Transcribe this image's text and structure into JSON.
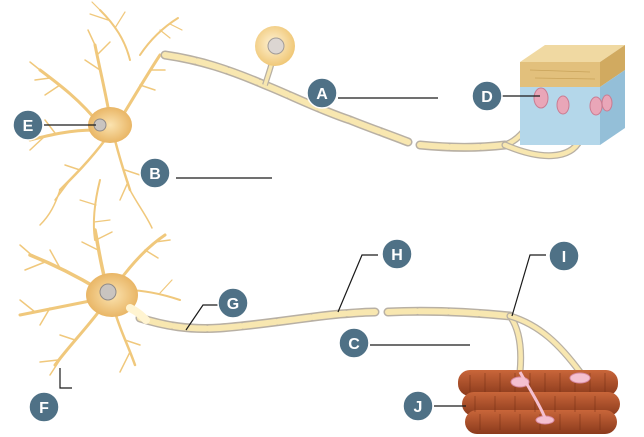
{
  "labels": {
    "A": "A",
    "B": "B",
    "C": "C",
    "D": "D",
    "E": "E",
    "F": "F",
    "G": "G",
    "H": "H",
    "I": "I",
    "J": "J"
  },
  "colors": {
    "neuron": "#f4cf84",
    "neuron_dark": "#d9a95a",
    "myelin": "#f8e7b0",
    "myelin_edge": "#b8b0a4",
    "callout": "#4f7186",
    "skin_top": "#e6c886",
    "skin_side": "#a9cfe6",
    "receptor": "#e9a6b8",
    "muscle": "#b5532c",
    "muscle_dark": "#7c3218"
  }
}
